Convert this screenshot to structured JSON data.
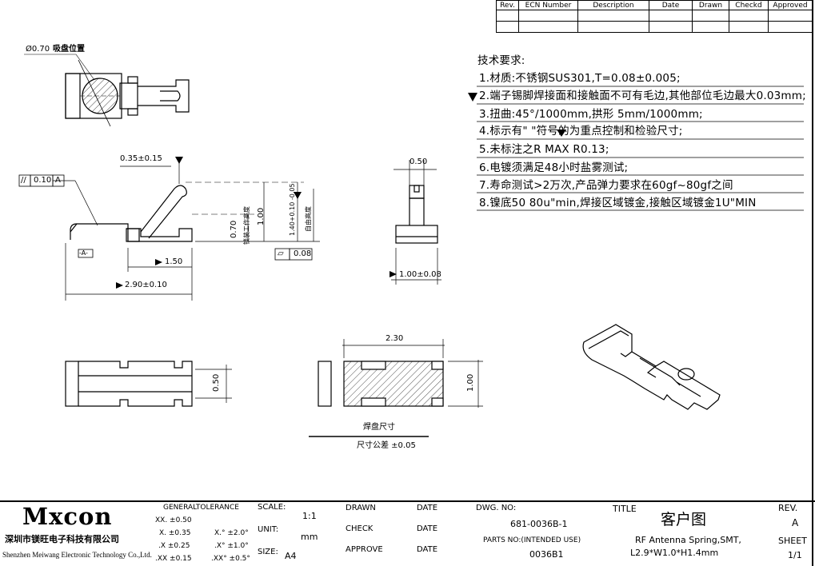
{
  "revision_table": {
    "headers": [
      "Rev.",
      "ECN Number",
      "Description",
      "Date",
      "Drawn",
      "Checkd",
      "Approved"
    ]
  },
  "requirements": {
    "title": "技术要求:",
    "items": [
      "1.材质:不锈钢SUS301,T=0.08±0.005;",
      "2.端子锡脚焊接面和接触面不可有毛边,其他部位毛边最大0.03mm;",
      "3.扭曲:45°/1000mm,拱形 5mm/1000mm;",
      "4.标示有\" \"符号的为重点控制和检验尺寸;",
      "5.未标注之R MAX R0.13;",
      "6.电镀须满足48小时盐雾测试;",
      "7.寿命测试>2万次,产品弹力要求在60gf~80gf之间",
      "8.镍底50  80u\"min,焊接区域镀金,接触区域镀金1U\"MIN"
    ]
  },
  "dims": {
    "suction_dia": "Ø0.70",
    "suction_label": "吸盘位置",
    "d_035": "0.35±0.15",
    "flatness_box_1": "//",
    "flatness_val_1": "0.10",
    "flatness_ref": "A",
    "datum_a": "-A-",
    "d_150": "1.50",
    "d_290": "2.90±0.10",
    "d_070": "0.70",
    "d_070_note": "锁装工作高度",
    "d_100": "1.00",
    "d_140": "1.40+0.10 -0.05",
    "d_140_note": "自由高度",
    "flat_sym": "▱",
    "flat_val": "0.08",
    "d_050_side": "0.50",
    "d_100_side": "1.00±0.08",
    "d_050_bottom": "0.50",
    "d_230": "2.30",
    "d_100_pad": "1.00",
    "pad_label": "焊盘尺寸",
    "pad_tol": "尺寸公差 ±0.05"
  },
  "title_block": {
    "company_logo": "Mxcon",
    "company_cn": "深圳市镁旺电子科技有限公司",
    "company_en": "Shenzhen Meiwang Electronic Technology Co.,Ltd.",
    "general_tolerance": "GENERALTOLERANCE",
    "tol_rows": [
      [
        "XX. ±0.50",
        ""
      ],
      [
        "X. ±0.35",
        "X.° ±2.0°"
      ],
      [
        ".X ±0.25",
        ".X° ±1.0°"
      ],
      [
        ".XX ±0.15",
        ".XX° ±0.5°"
      ]
    ],
    "scale_label": "SCALE:",
    "scale_value": "1:1",
    "unit_label": "UNIT:",
    "unit_value": "mm",
    "size_label": "SIZE:",
    "size_value": "A4",
    "drawn_label": "DRAWN",
    "check_label": "CHECK",
    "approve_label": "APPROVE",
    "date_label": "DATE",
    "dwg_label": "DWG. NO:",
    "dwg_value": "681-0036B-1",
    "parts_label": "PARTS NO:(INTENDED USE)",
    "parts_value": "0036B1",
    "title_label": "TITLE",
    "title_cn": "客户图",
    "title_line1": "RF Antenna Spring,SMT,",
    "title_line2": "L2.9*W1.0*H1.4mm",
    "rev_label": "REV.",
    "rev_value": "A",
    "sheet_label": "SHEET",
    "sheet_value": "1/1"
  }
}
